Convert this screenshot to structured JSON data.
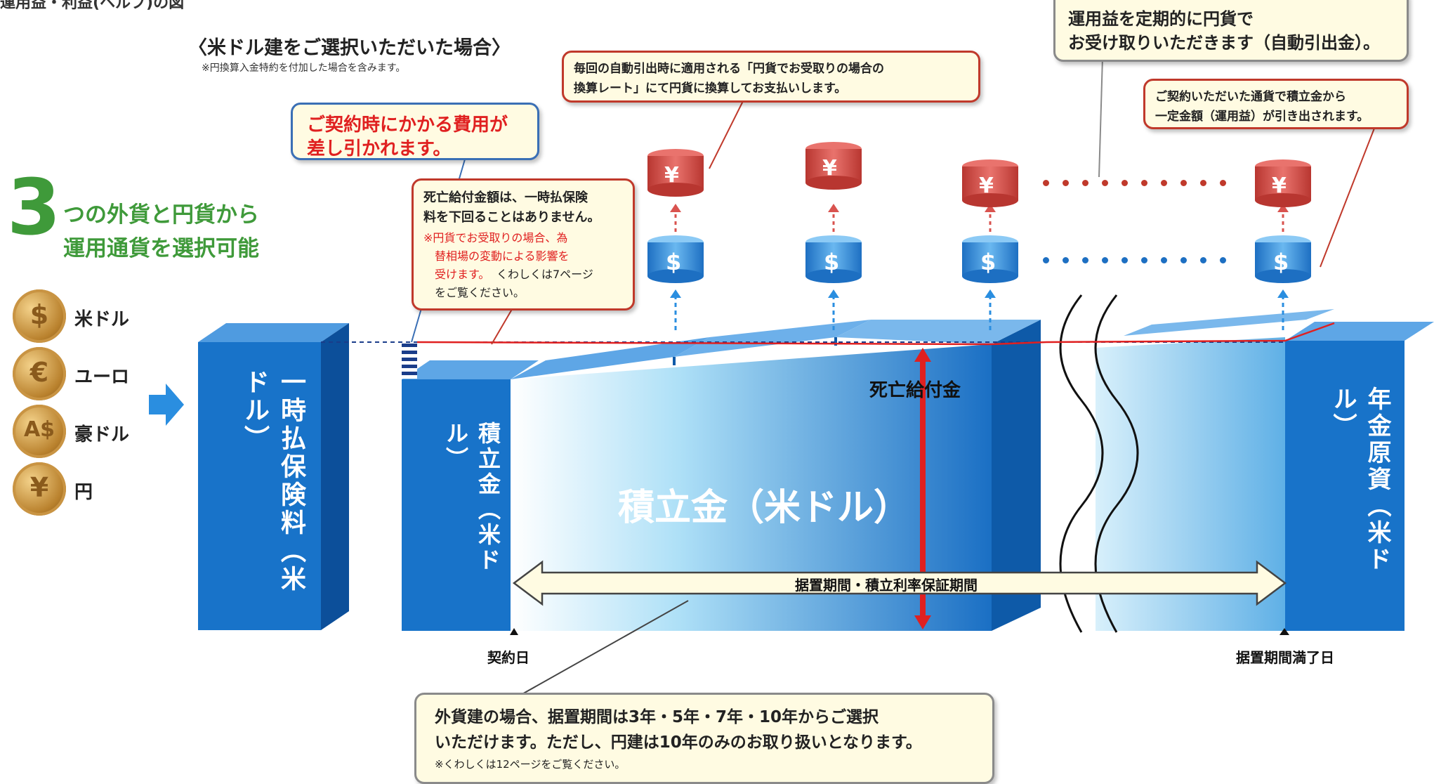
{
  "top_cut_label": "運用益・利益(ヘルプ)の図",
  "header": {
    "title": "〈米ドル建をご選択いただいた場合〉",
    "note": "※円換算入金特約を付加した場合を含みます。"
  },
  "currency_select": {
    "big_number": "3",
    "line1": "つの外貨と円貨から",
    "line2": "運用通貨を選択可能",
    "currencies": [
      "米ドル",
      "ユーロ",
      "豪ドル",
      "円"
    ],
    "coin_symbols": [
      "$",
      "€",
      "A$",
      "¥"
    ]
  },
  "blocks": {
    "premium": "一時払保険料（米ドル）",
    "reserve_small": "積立金（米ドル）",
    "reserve_main": "積立金（米ドル）",
    "pension_fund": "年金原資（米ドル）"
  },
  "labels": {
    "death_benefit": "死亡給付金",
    "period_bar": "据置期間・積立利率保証期間",
    "contract_date": "契約日",
    "period_end": "据置期間満了日"
  },
  "callouts": {
    "cost_line1": "ご契約時にかかる費用が",
    "cost_line2": "差し引かれます。",
    "death_line1": "死亡給付金額は、一時払保険",
    "death_line2": "料を下回ることはありません。",
    "death_note1": "※円貨でお受取りの場合、為",
    "death_note2": "替相場の変動による影響を",
    "death_note3": "受けます。",
    "death_note4": "くわしくは7ページ",
    "death_note5": "をご覧ください。",
    "rate_line1": "毎回の自動引出時に適用される「円貨でお受取りの場合の",
    "rate_line2": "換算レート」にて円貨に換算してお支払いします。",
    "profit_line1": "運用益を定期的に円貨で",
    "profit_line2": "お受け取りいただきます（自動引出金）。",
    "withdraw_line1": "ご契約いただいた通貨で積立金から",
    "withdraw_line2": "一定金額（運用益）が引き出されます。",
    "period_line1": "外貨建の場合、据置期間は3年・5年・7年・10年からご選択",
    "period_line2": "いただけます。ただし、円建は10年のみのお取り扱いとなります。",
    "period_note": "※くわしくは12ページをご覧ください。"
  },
  "symbols": {
    "yen": "¥",
    "dollar": "$"
  },
  "colors": {
    "block_blue": "#1873c9",
    "block_top": "#5ea6e6",
    "arrow_red": "#e02020",
    "yen_red": "#d9534f",
    "dollar_blue": "#2a8ee0",
    "green": "#3f9a3a"
  }
}
